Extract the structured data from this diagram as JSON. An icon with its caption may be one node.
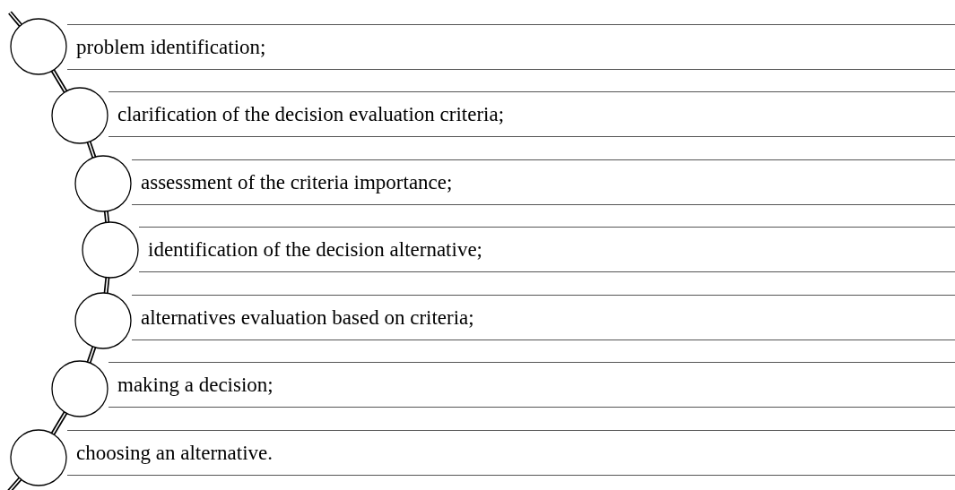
{
  "diagram": {
    "nodes": [
      {
        "text": [],
        "shape": "circle"
      },
      {
        "text": [
          "problem identification;"
        ]
      },
      {
        "text": [],
        "shape": "circle"
      },
      {
        "text": [
          "clarification of the decision evaluation criteria;"
        ]
      },
      {
        "text": [],
        "shape": "circle"
      },
      {
        "text": [
          "assessment of the criteria importance;"
        ]
      },
      {
        "text": [],
        "shape": "circle"
      },
      {
        "text": [
          "identification of the decision alternative;"
        ]
      },
      {
        "text": [],
        "shape": "circle"
      },
      {
        "text": [
          "alternatives evaluation based on criteria;"
        ]
      },
      {
        "text": [],
        "shape": "circle"
      },
      {
        "text": [
          "making a decision;"
        ]
      },
      {
        "text": [],
        "shape": "circle"
      },
      {
        "text": [
          "choosing an alternative."
        ]
      }
    ],
    "edges": [
      {
        "from": null,
        "to": 0,
        "arrow": "none"
      },
      {
        "from": 0,
        "to": 2,
        "arrow": "none"
      },
      {
        "from": 2,
        "to": 4,
        "arrow": "none"
      },
      {
        "from": 4,
        "to": 6,
        "arrow": "none"
      },
      {
        "from": 6,
        "to": 8,
        "arrow": "none"
      },
      {
        "from": 8,
        "to": 10,
        "arrow": "none"
      },
      {
        "from": 10,
        "to": 12,
        "arrow": "none"
      },
      {
        "from": 12,
        "to": null,
        "arrow": "none"
      }
    ]
  }
}
